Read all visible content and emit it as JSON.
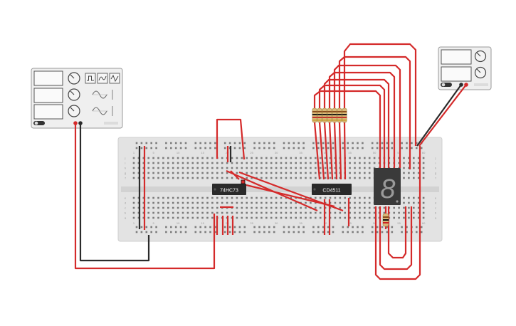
{
  "chips": {
    "left": {
      "label": "74HC73"
    },
    "right": {
      "label": "CD4511"
    }
  },
  "display": {
    "digit": "8"
  },
  "breadboard": {
    "column_labels": [
      "1",
      "5",
      "10",
      "15",
      "20",
      "25",
      "30",
      "35",
      "40",
      "45",
      "50",
      "55",
      "60"
    ],
    "row_letters_top": [
      "j",
      "i",
      "h",
      "g",
      "f"
    ],
    "row_letters_bottom": [
      "e",
      "d",
      "c",
      "b",
      "a"
    ]
  },
  "function_generator": {
    "waveforms": [
      "square-icon",
      "triangle-icon",
      "sine-icon"
    ]
  },
  "colors": {
    "wire_red": "#d42a2a",
    "wire_black": "#2b2b2b",
    "board": "#e3e3e3",
    "chip": "#2a2a2a",
    "display_body": "#3a3a3a"
  }
}
